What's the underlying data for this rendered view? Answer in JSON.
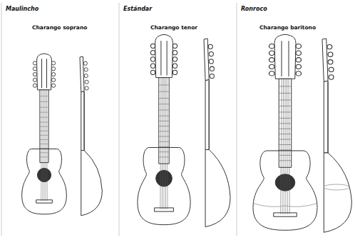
{
  "diagram": {
    "labels": [
      "Maulincho",
      "Charango soprano",
      "Estándar",
      "Charango tenor",
      "Ronroco",
      "Charango baritono"
    ]
  }
}
